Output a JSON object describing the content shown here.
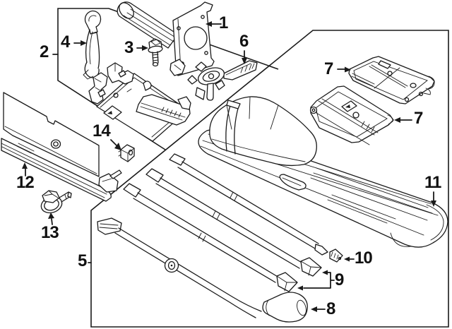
{
  "diagram": {
    "type": "exploded-parts-line-diagram",
    "subject": "vehicle jack and tool kit components",
    "background_color": "#ffffff",
    "line_color": "#1a1a1a",
    "label_color": "#111111",
    "callouts": [
      {
        "label": "1",
        "part": "jack-crank-handle-with-mounting-bracket",
        "arrow": "left"
      },
      {
        "label": "2",
        "part": "tool-tray-and-strap-storage-box",
        "arrow": "tick"
      },
      {
        "label": "3",
        "part": "hex-flange-bolt",
        "arrow": "right"
      },
      {
        "label": "4",
        "part": "retaining-strap",
        "arrow": "right"
      },
      {
        "label": "5",
        "part": "tool-kit-storage-box",
        "arrow": "tick"
      },
      {
        "label": "6",
        "part": "wrench-hook-fitting",
        "arrow": "down"
      },
      {
        "label": "7",
        "part": "jack-storage-pad-upper",
        "arrow": "right"
      },
      {
        "label": "7",
        "part": "jack-storage-pad-lower",
        "arrow": "left"
      },
      {
        "label": "8",
        "part": "lug-wrench",
        "arrow": "left"
      },
      {
        "label": "9",
        "part": "jack-extension-rods",
        "arrow": "double-left"
      },
      {
        "label": "10",
        "part": "rod-end-fitting",
        "arrow": "left"
      },
      {
        "label": "11",
        "part": "jack-assembly-in-cover",
        "arrow": "down"
      },
      {
        "label": "12",
        "part": "cover-trim-panel",
        "arrow": "up"
      },
      {
        "label": "13",
        "part": "washer-head-bolt",
        "arrow": "up"
      },
      {
        "label": "14",
        "part": "u-clip-nut",
        "arrow": "down-right"
      }
    ]
  }
}
